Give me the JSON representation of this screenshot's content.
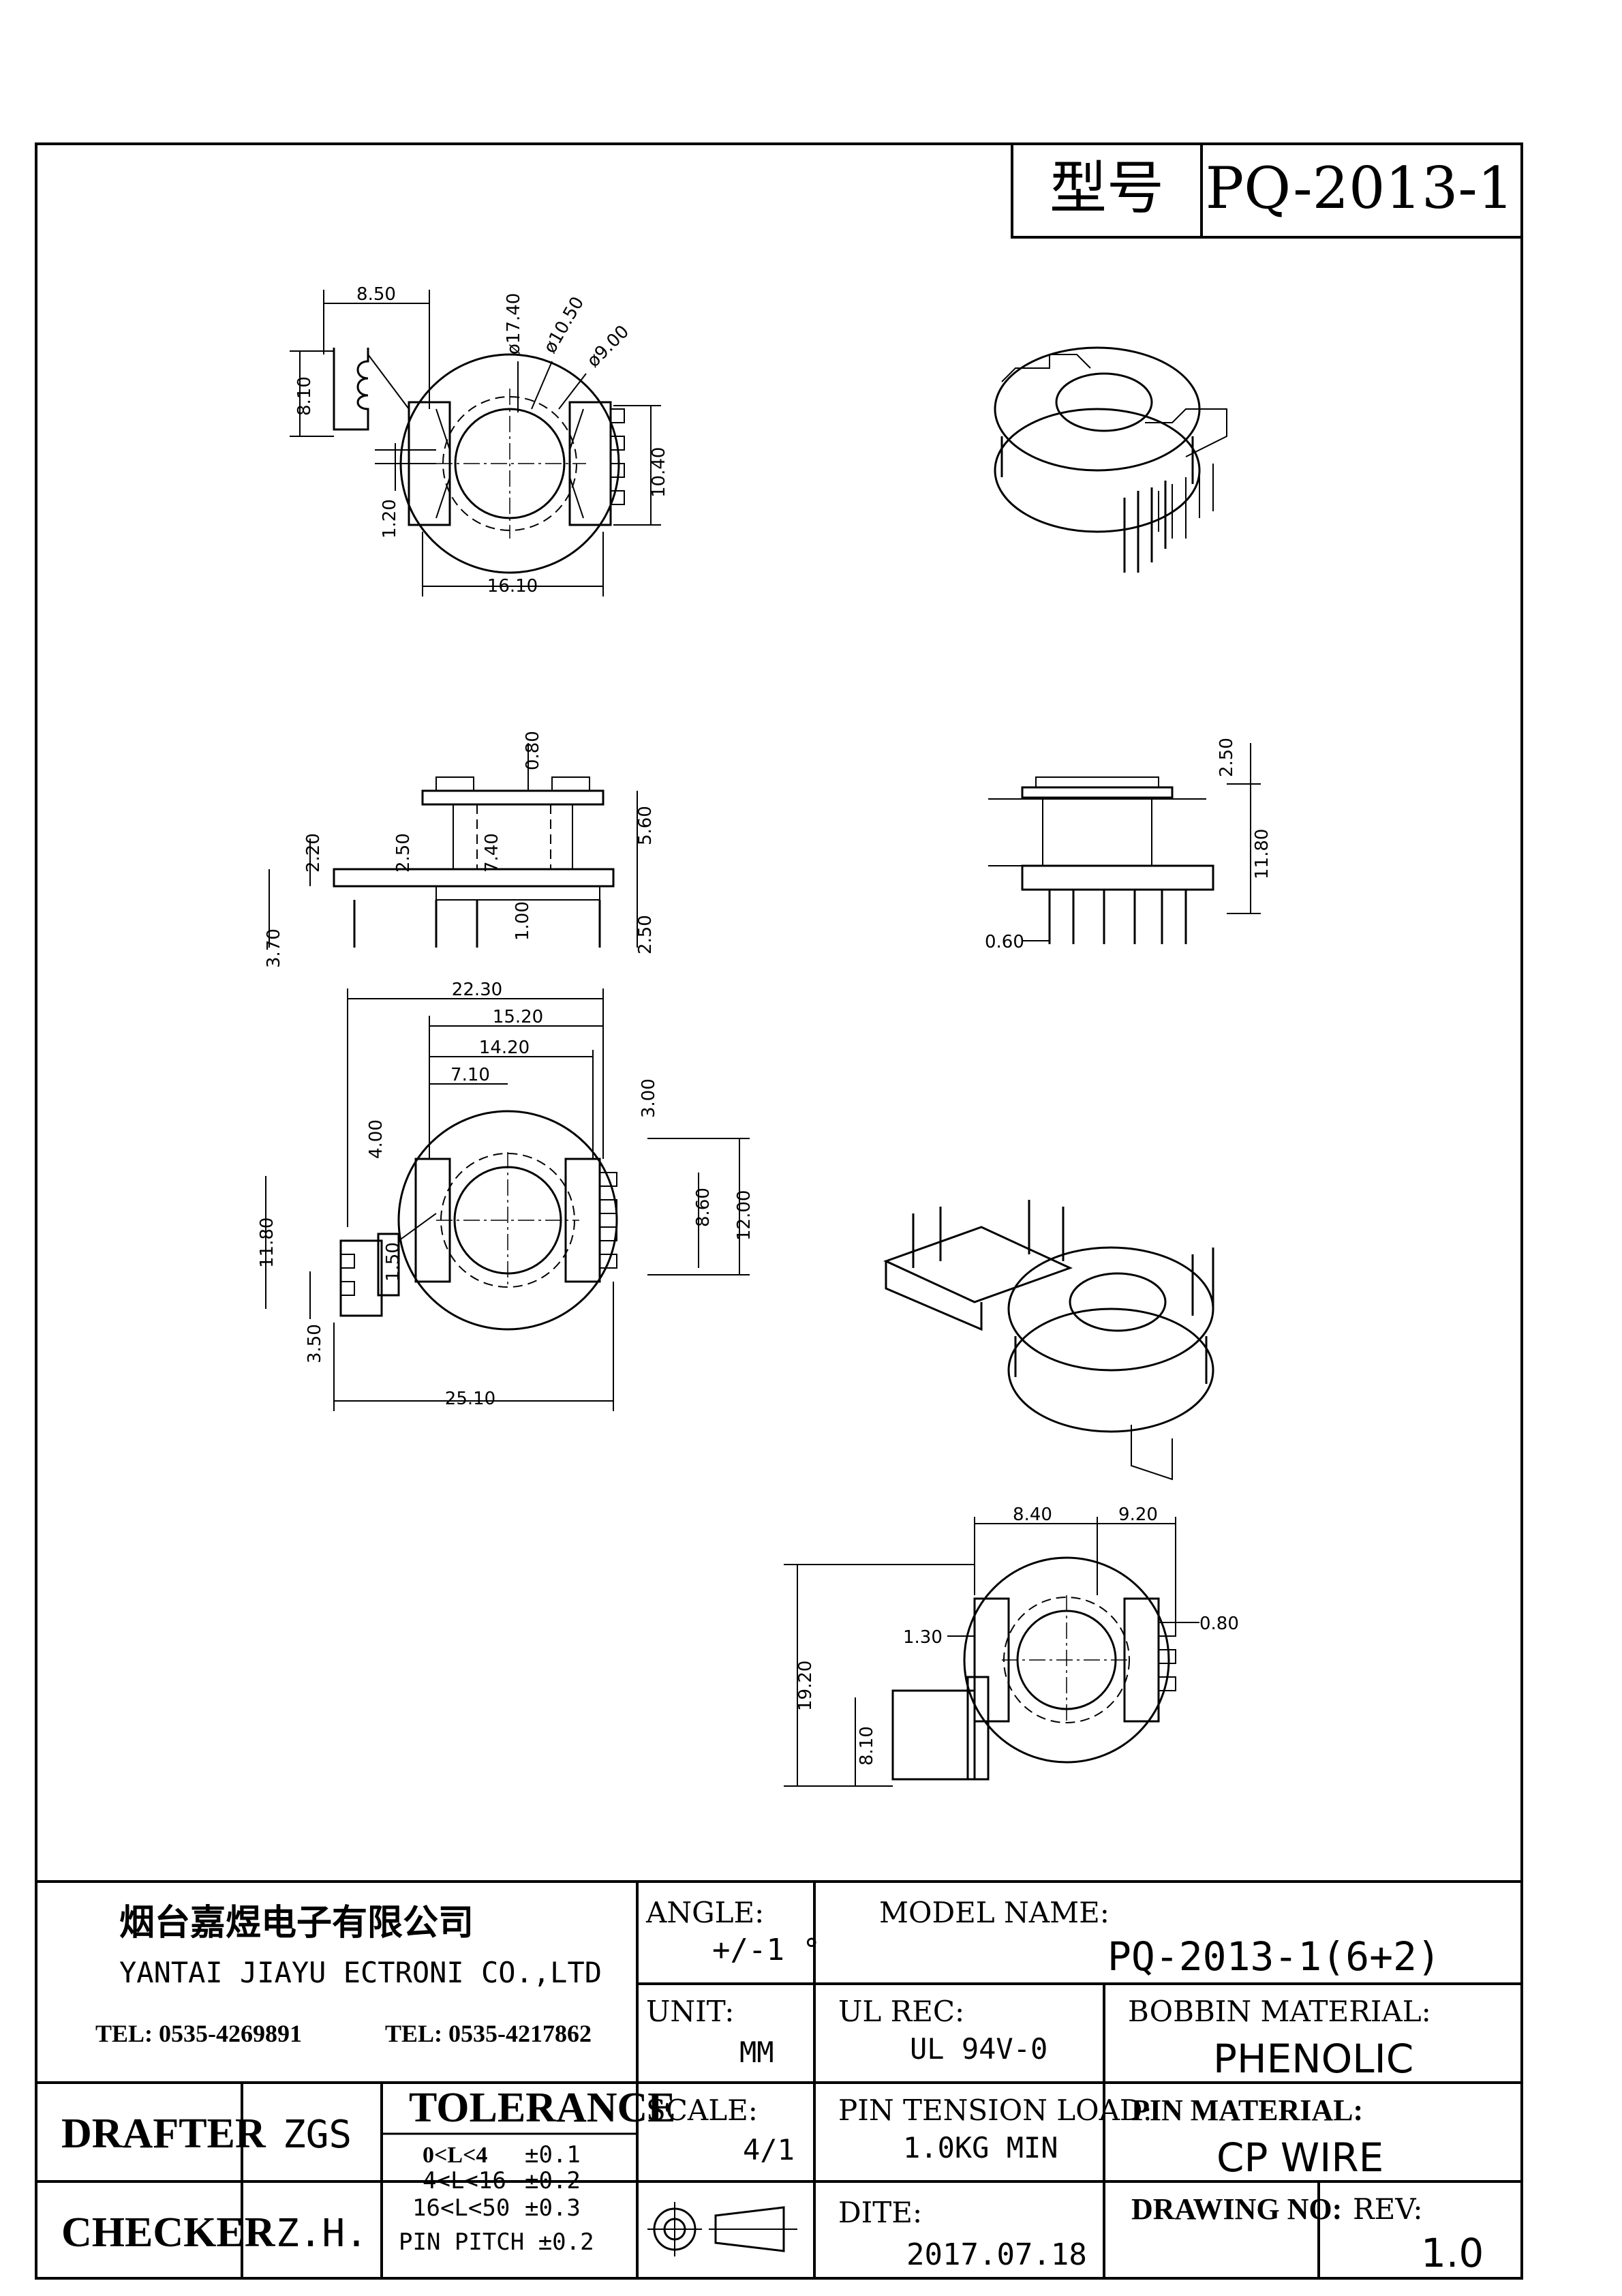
{
  "header": {
    "model_label": "型号",
    "model_value": "PQ-2013-1"
  },
  "dimensions": {
    "top_view": [
      "8.50",
      "ø17.40",
      "ø10.50",
      "ø9.00",
      "8.10",
      "10.40",
      "1.20",
      "16.10"
    ],
    "side_view_a": [
      "0.80",
      "2.20",
      "2.50",
      "7.40",
      "5.60",
      "1.00",
      "2.50",
      "3.70"
    ],
    "side_view_b": [
      "2.50",
      "11.80",
      "0.60"
    ],
    "bottom_view": [
      "22.30",
      "15.20",
      "14.20",
      "7.10",
      "3.00",
      "4.00",
      "8.60",
      "12.00",
      "11.80",
      "1.50",
      "3.50",
      "25.10"
    ],
    "rear_view": [
      "8.40",
      "9.20",
      "0.80",
      "1.30",
      "19.20",
      "8.10"
    ]
  },
  "title_block": {
    "company_cn": "烟台嘉煜电子有限公司",
    "company_en": "YANTAI JIAYU ECTRONI CO.,LTD",
    "tel1": "TEL: 0535-4269891",
    "tel2": "TEL: 0535-4217862",
    "angle_label": "ANGLE:",
    "angle_value": "+/-1 °",
    "model_name_label": "MODEL NAME:",
    "model_name_value": "PQ-2013-1(6+2)",
    "unit_label": "UNIT:",
    "unit_value": "MM",
    "ul_label": "UL REC:",
    "ul_value": "UL 94V-0",
    "bobbin_label": "BOBBIN MATERIAL:",
    "bobbin_value": "PHENOLIC",
    "drafter_label": "DRAFTER",
    "drafter_value": "ZGS",
    "tolerance_label": "TOLERANCE",
    "tolerance_rows": [
      {
        "range": "0<L<4",
        "tol": "±0.1"
      },
      {
        "range": "4<L<16",
        "tol": "±0.2"
      },
      {
        "range": "16<L<50",
        "tol": "±0.3"
      }
    ],
    "pin_pitch": "PIN PITCH  ±0.2",
    "scale_label": "SCALE:",
    "scale_value": "4/1",
    "pin_tension_label": "PIN TENSION LOAD:",
    "pin_tension_value": "1.0KG MIN",
    "pin_material_label": "PIN MATERIAL:",
    "pin_material_value": "CP  WIRE",
    "checker_label": "CHECKER",
    "checker_value": "Z.H.",
    "date_label": "DITE:",
    "date_value": "2017.07.18",
    "drawing_no_label": "DRAWING NO:",
    "rev_label": "REV:",
    "rev_value": "1.0"
  }
}
